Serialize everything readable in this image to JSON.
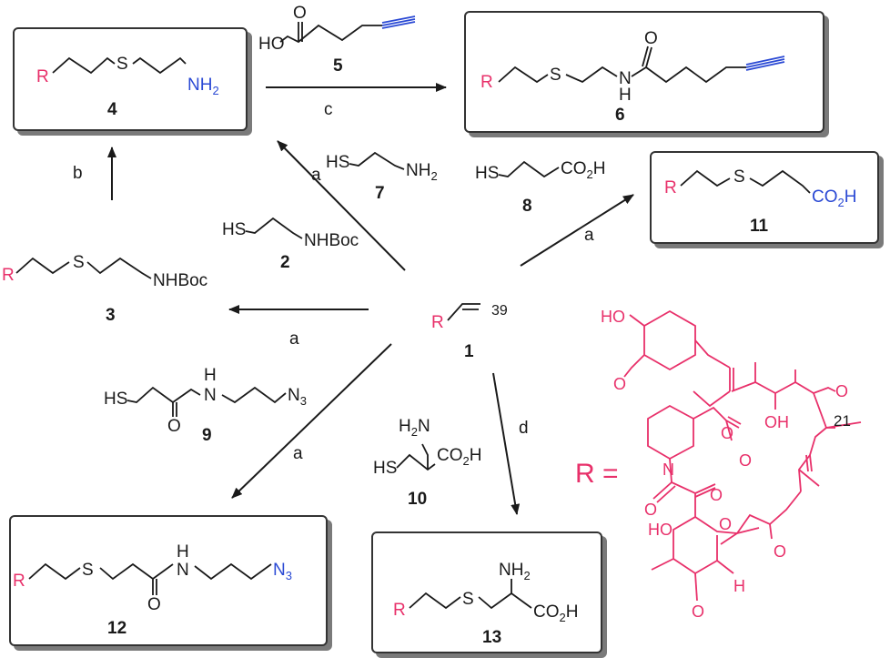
{
  "compounds": {
    "c1": {
      "number": "1",
      "r": "R",
      "position": "39"
    },
    "c2": {
      "number": "2",
      "hs": "HS",
      "nhboc": "NHBoc"
    },
    "c3": {
      "number": "3",
      "r": "R",
      "s": "S",
      "nhboc": "NHBoc"
    },
    "c4": {
      "number": "4",
      "r": "R",
      "s": "S",
      "nh": "NH",
      "sub2": "2"
    },
    "c5": {
      "number": "5",
      "ho": "HO",
      "o": "O"
    },
    "c6": {
      "number": "6",
      "r": "R",
      "s": "S",
      "n": "N",
      "h": "H",
      "o": "O"
    },
    "c7": {
      "number": "7",
      "hs": "HS",
      "nh": "NH",
      "sub2": "2"
    },
    "c8": {
      "number": "8",
      "hs": "HS",
      "co": "CO",
      "sub2": "2",
      "h": "H"
    },
    "c9": {
      "number": "9",
      "hs": "HS",
      "h": "H",
      "n": "N",
      "o": "O",
      "n3": "N",
      "sub3": "3"
    },
    "c10": {
      "number": "10",
      "h2n": "H",
      "n2": "2",
      "nlab": "N",
      "co": "CO",
      "sub2": "2",
      "h": "H",
      "hs": "HS"
    },
    "c11": {
      "number": "11",
      "r": "R",
      "s": "S",
      "co": "CO",
      "sub2": "2",
      "h": "H"
    },
    "c12": {
      "number": "12",
      "r": "R",
      "s": "S",
      "h": "H",
      "n": "N",
      "o": "O",
      "n3": "N",
      "sub3": "3"
    },
    "c13": {
      "number": "13",
      "r": "R",
      "s": "S",
      "nh": "NH",
      "sub2": "2",
      "co": "CO",
      "sub2b": "2",
      "h": "H"
    }
  },
  "conditions": {
    "to4": "a",
    "to3": "a",
    "to12": "a",
    "to11": "a",
    "to13": "d",
    "to6": "c",
    "to4from3": "b"
  },
  "rgroup": {
    "label": "R =",
    "ho": "HO",
    "o_methoxy": "O",
    "o_ring": "O",
    "o_ester": "O",
    "o_ester2": "O",
    "oh": "OH",
    "o_ketone": "O",
    "n": "N",
    "o_dk1": "O",
    "o_dk2": "O",
    "ho2": "HO",
    "o_pyran": "O",
    "h": "H",
    "o_me2": "O",
    "o_me3": "O",
    "pos21": "21"
  },
  "colors": {
    "r": "#e8306a",
    "blue": "#2a49d4",
    "line": "#1a1a1a",
    "shadow": "#7a7a7a"
  }
}
